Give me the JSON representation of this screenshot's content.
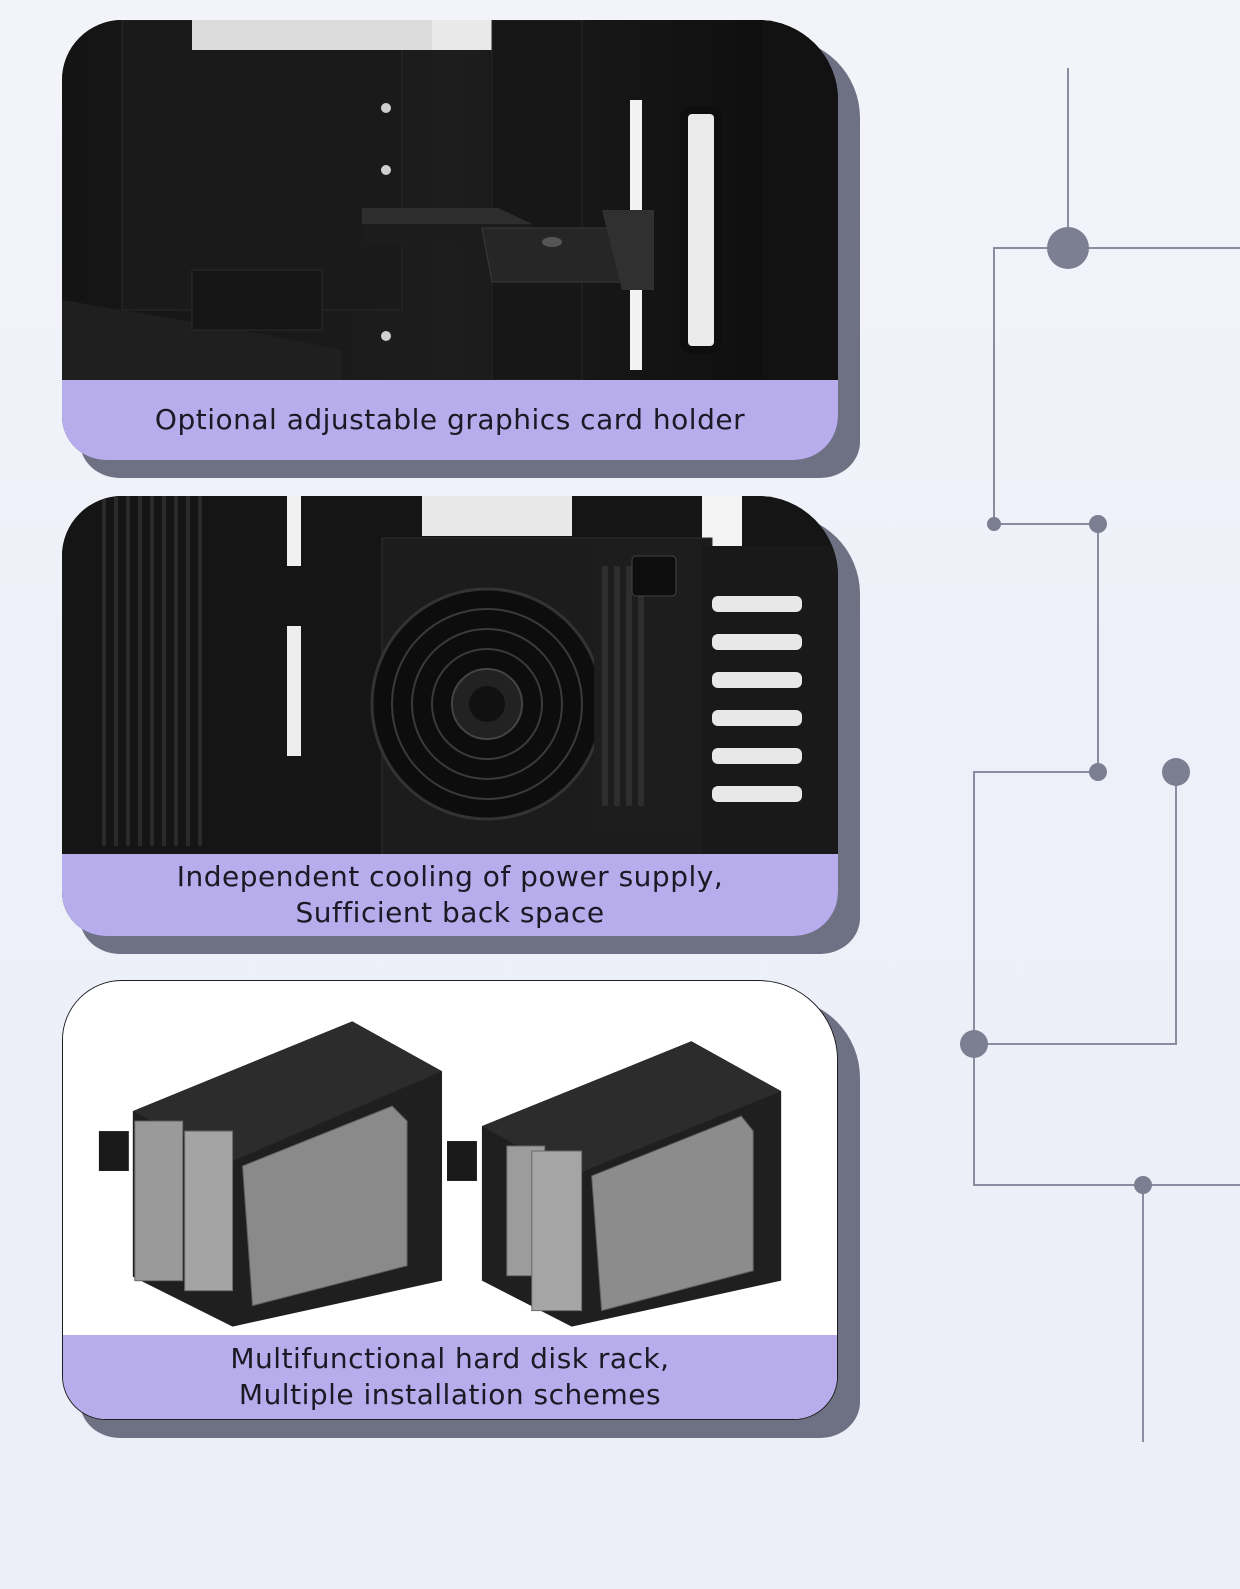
{
  "features": [
    {
      "caption_lines": [
        "Optional adjustable graphics card holder"
      ],
      "photo_icon": "gpu-holder-bracket"
    },
    {
      "caption_lines": [
        "Independent cooling of power supply,",
        "Sufficient back space"
      ],
      "photo_icon": "psu-fan"
    },
    {
      "caption_lines": [
        "Multifunctional hard disk rack,",
        "Multiple installation schemes"
      ],
      "photo_icon": "hdd-rack"
    }
  ],
  "colors": {
    "caption_bg": "#b7acec",
    "shadow": "#6e7183",
    "circuit": "#8a8da0",
    "node": "#7c7f92"
  }
}
